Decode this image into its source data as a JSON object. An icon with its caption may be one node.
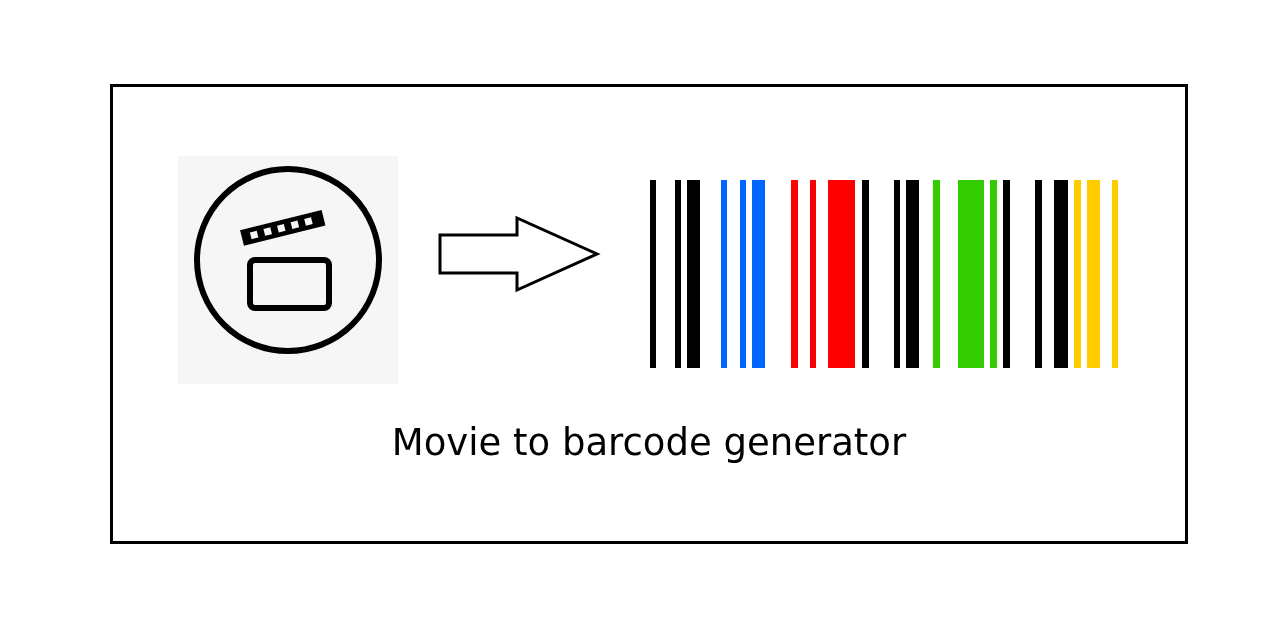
{
  "diagram": {
    "nodes": [
      {
        "text": [
          "Movie to barcode generator"
        ]
      },
      {
        "text": [],
        "shape": "picture",
        "in": 0
      },
      {
        "text": [],
        "shape": "picture",
        "in": 0
      }
    ],
    "edges": [
      {
        "from": 1,
        "to": 2,
        "arrow": "to",
        "style": "thick"
      }
    ]
  }
}
